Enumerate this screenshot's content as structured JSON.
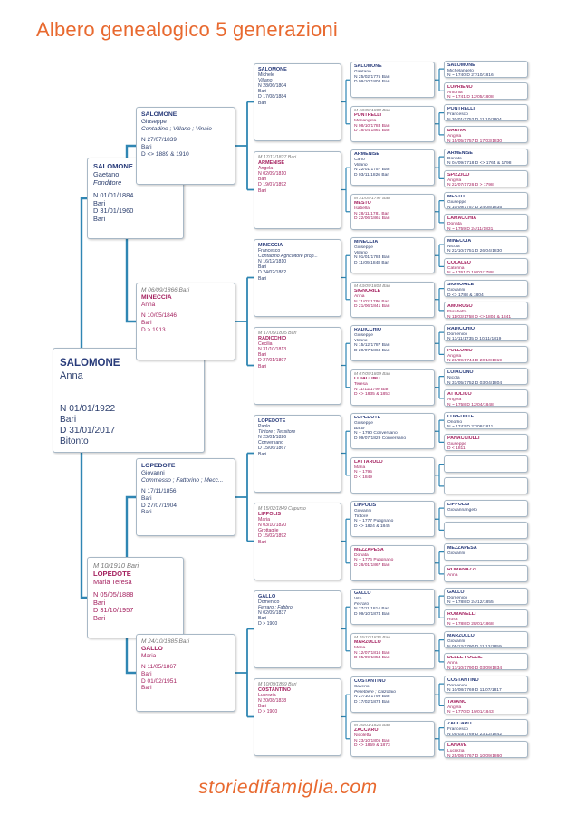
{
  "title": "Albero genealogico 5 generazioni",
  "footer": "storiedifamiglia.com",
  "people": [
    {
      "sur": "SALOMONE",
      "giv": "Anna",
      "lines": [
        "N 01/01/1922",
        "Bari",
        "D 31/01/2017",
        "Bitonto"
      ]
    },
    {
      "sur": "SALOMONE",
      "giv": "Gaetano",
      "occ": "Fonditore",
      "lines": [
        "N 01/01/1884",
        "Bari",
        "D 31/01/1960",
        "Bari"
      ]
    },
    {
      "marr": "M 10/1910  Bari",
      "sur": "LOPEDOTE",
      "giv": "Maria Teresa",
      "lines": [
        "N 05/05/1888",
        "Bari",
        "D 31/10/1957",
        "Bari"
      ]
    },
    {
      "sur": "SALOMONE",
      "giv": "Giuseppe",
      "occ": "Contadino ; Villano ; Vinaio",
      "lines": [
        "N 27/07/1839",
        "Bari",
        "D <> 1889 & 1910"
      ]
    },
    {
      "marr": "M 06/09/1866  Bari",
      "sur": "MINECCIA",
      "giv": "Anna",
      "lines": [
        "N 10/05/1846",
        "Bari",
        "D > 1913"
      ]
    },
    {
      "sur": "LOPEDOTE",
      "giv": "Giovanni",
      "occ": "Commesso ; Fattorino ; Mecc...",
      "lines": [
        "N 17/11/1856",
        "Bari",
        "D 27/07/1904",
        "Bari"
      ]
    },
    {
      "marr": "M 24/10/1885  Bari",
      "sur": "GALLO",
      "giv": "Maria",
      "lines": [
        "N 11/05/1867",
        "Bari",
        "D 01/02/1951",
        "Bari"
      ]
    },
    {
      "sur": "SALOMONE",
      "giv": "Michele",
      "occ": "Villano",
      "lines": [
        "N 28/06/1804",
        "Bari",
        "D 17/08/1884",
        "Bari"
      ]
    },
    {
      "marr": "M 17/11/1827  Bari",
      "sur": "ARMENISE",
      "giv": "Angela",
      "lines": [
        "N 02/09/1810",
        "Bari",
        "D 19/07/1892",
        "Bari"
      ]
    },
    {
      "sur": "MINECCIA",
      "giv": "Francesco",
      "occ": "Contadino Agricoltore prop...",
      "lines": [
        "N 16/12/1810",
        "Bari",
        "D 24/02/1882",
        "Bari"
      ]
    },
    {
      "marr": "M 17/05/1835  Bari",
      "sur": "RADICCHIO",
      "giv": "Cecilia",
      "lines": [
        "N 31/10/1813",
        "Bari",
        "D 27/01/1897",
        "Bari"
      ]
    },
    {
      "sur": "LOPEDOTE",
      "giv": "Paolo",
      "occ": "Tintore ; Tessitore",
      "lines": [
        "N 23/01/1826",
        "Conversano",
        "D 15/06/1867",
        "Bari"
      ]
    },
    {
      "marr": "M 15/02/1849  Capurso",
      "sur": "LIPPOLIS",
      "giv": "Maria",
      "lines": [
        "N 03/10/1820",
        "Grottaglie",
        "D 15/02/1892",
        "Bari"
      ]
    },
    {
      "sur": "GALLO",
      "giv": "Domenico",
      "occ": "Ferraro ; Fabbro",
      "lines": [
        "N 02/09/1837",
        "Bari",
        "D > 1900"
      ]
    },
    {
      "marr": "M 10/09/1859  Bari",
      "sur": "COSTANTINO",
      "giv": "Lucrezia",
      "lines": [
        "N 20/08/1838",
        "Bari",
        "D > 1900"
      ]
    },
    {
      "sur": "SALOMONE",
      "giv": "Gaetano",
      "lines": [
        "N 25/02/1775  Bari",
        "D 09/10/1808  Bari"
      ]
    },
    {
      "marr": "M 10/08/1800  Bari",
      "sur": "PONTRELLI",
      "giv": "Mariangela",
      "lines": [
        "N 08/10/1783  Bari",
        "D 18/04/1861  Bari"
      ]
    },
    {
      "sur": "ARMENISE",
      "giv": "Carlo",
      "occ": "Villano",
      "lines": [
        "N 22/01/1757  Bari",
        "D 03/11/1826  Bari"
      ]
    },
    {
      "marr": "M 21/09/1797  Bari",
      "sur": "MESTO",
      "giv": "Isabella",
      "lines": [
        "N 28/11/1781  Bari",
        "D 22/06/1861  Bari"
      ]
    },
    {
      "sur": "MINECCIA",
      "giv": "Giuseppe",
      "occ": "Villano",
      "lines": [
        "N 01/01/1783  Bari",
        "D 11/09/1848  Bari"
      ]
    },
    {
      "marr": "M 03/05/1804  Bari",
      "sur": "SIGNORILE",
      "giv": "Anna",
      "lines": [
        "N 11/02/1786  Bari",
        "D 21/06/1841  Bari"
      ]
    },
    {
      "sur": "RADICCHIO",
      "giv": "Giuseppe",
      "occ": "Villano",
      "lines": [
        "N 15/12/1787  Bari",
        "D 20/07/1868  Bari"
      ]
    },
    {
      "marr": "M 07/09/1809  Bari",
      "sur": "LOIACONO",
      "giv": "Teresa",
      "lines": [
        "N 11/11/1790  Bari",
        "D <> 1835 & 1853"
      ]
    },
    {
      "sur": "LOPEDOTE",
      "giv": "Giuseppe",
      "occ": "Barbi",
      "lines": [
        "N ~ 1790  Conversano",
        "D 09/07/1829  Conversano"
      ]
    },
    {
      "sur": "LATTARULO",
      "giv": "Maria",
      "lines": [
        "N ~ 1795",
        "D < 1849"
      ]
    },
    {
      "sur": "LIPPOLIS",
      "giv": "Giovanni",
      "occ": "Tintore",
      "lines": [
        "N ~ 1777  Putignano",
        "D <> 1824 & 1845"
      ]
    },
    {
      "sur": "MEZZAPESA",
      "giv": "Donata",
      "lines": [
        "N ~ 1776  Putignano",
        "D 26/01/1867  Bari"
      ]
    },
    {
      "sur": "GALLO",
      "giv": "Vito",
      "occ": "Ferraro",
      "lines": [
        "N 27/11/1814  Bari",
        "D 09/10/1874  Bari"
      ]
    },
    {
      "marr": "M 25/10/1836  Bari",
      "sur": "MARZULLO",
      "giv": "Maria",
      "lines": [
        "N 12/07/1816  Bari",
        "D 05/09/1854  Bari"
      ]
    },
    {
      "sur": "COSTANTINO",
      "giv": "Saverio",
      "occ": "Pellettiere ; Calzolaio",
      "lines": [
        "N 27/10/1799  Bari",
        "D 17/02/1873  Bari"
      ]
    },
    {
      "marr": "M 26/01/1826  Bari",
      "sur": "ZACCARO",
      "giv": "Nicoletta",
      "lines": [
        "N 23/10/1805  Bari",
        "D <> 1859 & 1873"
      ]
    },
    {
      "sur": "SALOMONE",
      "giv": "Michelangelo",
      "lines": [
        "N ~ 1740  D 27/10/1816"
      ]
    },
    {
      "sur": "LOPRIENO",
      "giv": "Antonia",
      "lines": [
        "N ~ 1741  D 12/05/1808"
      ]
    },
    {
      "sur": "PONTRELLI",
      "giv": "Francesco",
      "lines": [
        "N 30/01/1752  D 11/10/1804"
      ]
    },
    {
      "sur": "BARIVA",
      "giv": "Angela",
      "lines": [
        "N 15/05/1757  D 17/03/1830"
      ]
    },
    {
      "sur": "ARMENISE",
      "giv": "Donato",
      "lines": [
        "N 04/09/1718  D <> 1764 & 1798"
      ]
    },
    {
      "sur": "SPIZZICO",
      "giv": "Angela",
      "lines": [
        "N 22/07/1726  D > 1798"
      ]
    },
    {
      "sur": "MESTO",
      "giv": "Giuseppe",
      "lines": [
        "N 10/09/1757  D 24/08/1835"
      ]
    },
    {
      "sur": "LAMACCHIA",
      "giv": "Donata",
      "lines": [
        "N ~ 1759  D 24/11/1831"
      ]
    },
    {
      "sur": "MINECCIA",
      "giv": "Nicola",
      "lines": [
        "N 22/10/1751  D 26/04/1830"
      ]
    },
    {
      "sur": "COLALEO",
      "giv": "Caterina",
      "lines": [
        "N ~ 1761  D 10/02/1788"
      ]
    },
    {
      "sur": "SIGNORILE",
      "giv": "Giovanni",
      "lines": [
        "D <> 1788 & 1804"
      ]
    },
    {
      "sur": "AMORUSO",
      "giv": "Elisabetta",
      "lines": [
        "N 11/03/1758  D <> 1804 & 1841"
      ]
    },
    {
      "sur": "RADICCHIO",
      "giv": "Domenico",
      "lines": [
        "N 13/11/1735  D 10/11/1819"
      ]
    },
    {
      "sur": "POLLONIO",
      "giv": "Angela",
      "lines": [
        "N 20/09/1744  D 20/10/1819"
      ]
    },
    {
      "sur": "LOIACONO",
      "giv": "Nicola",
      "lines": [
        "N 31/05/1752  D 03/04/1804"
      ]
    },
    {
      "sur": "ATTOLICO",
      "giv": "Angela",
      "lines": [
        "N ~ 1758  D 12/04/1848"
      ]
    },
    {
      "sur": "LOPEDOTE",
      "giv": "Onofrio",
      "lines": [
        "N ~ 1743  D 27/08/1811"
      ]
    },
    {
      "sur": "PANACCIULLI",
      "giv": "Giuseppe",
      "lines": [
        "D < 1811"
      ]
    },
    {
      "empty": true
    },
    {
      "empty": true
    },
    {
      "sur": "LIPPOLIS",
      "giv": "Giovannangelo",
      "lines": []
    },
    {
      "empty": true
    },
    {
      "sur": "MEZZAPESA",
      "giv": "Giovanni",
      "lines": []
    },
    {
      "sur": "ROMANAZZI",
      "giv": "Anna",
      "lines": []
    },
    {
      "sur": "GALLO",
      "giv": "Domenico",
      "lines": [
        "N ~ 1788  D 24/12/1855"
      ]
    },
    {
      "sur": "ROMANELLI",
      "giv": "Rosa",
      "lines": [
        "N ~ 1788  D 28/01/1868"
      ]
    },
    {
      "sur": "MARZULLO",
      "giv": "Giovanni",
      "lines": [
        "N 05/12/1790  D 11/12/1859"
      ]
    },
    {
      "sur": "DELLE FOGLIE",
      "giv": "Anna",
      "lines": [
        "N 17/10/1790  D 03/09/1834"
      ]
    },
    {
      "sur": "COSTANTINO",
      "giv": "Domenico",
      "lines": [
        "N 10/08/1769  D 11/07/1817"
      ]
    },
    {
      "sur": "TAVANO",
      "giv": "Angela",
      "lines": [
        "N ~ 1770  D 19/01/1843"
      ]
    },
    {
      "sur": "ZACCARO",
      "giv": "Francesco",
      "lines": [
        "N 05/03/1769  D 23/12/1842"
      ]
    },
    {
      "sur": "LANAVE",
      "giv": "Lucrezia",
      "lines": [
        "N 25/08/1767  D 10/09/1860"
      ]
    }
  ]
}
